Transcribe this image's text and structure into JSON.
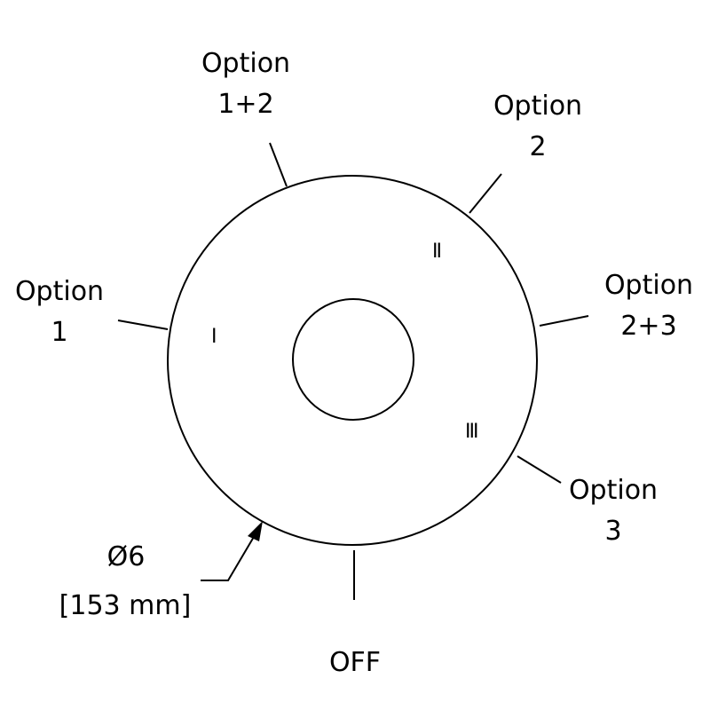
{
  "positions": [
    {
      "key": "opt1",
      "line1": "Option",
      "line2": "1"
    },
    {
      "key": "opt12",
      "line1": "Option",
      "line2": "1+2"
    },
    {
      "key": "opt2",
      "line1": "Option",
      "line2": "2"
    },
    {
      "key": "opt23",
      "line1": "Option",
      "line2": "2+3"
    },
    {
      "key": "opt3",
      "line1": "Option",
      "line2": "3"
    },
    {
      "key": "off",
      "line1": "OFF"
    }
  ],
  "dial_marks": [
    "I",
    "II",
    "III"
  ],
  "dimension": {
    "diameter": "Ø6",
    "metric": "[153 mm]"
  }
}
